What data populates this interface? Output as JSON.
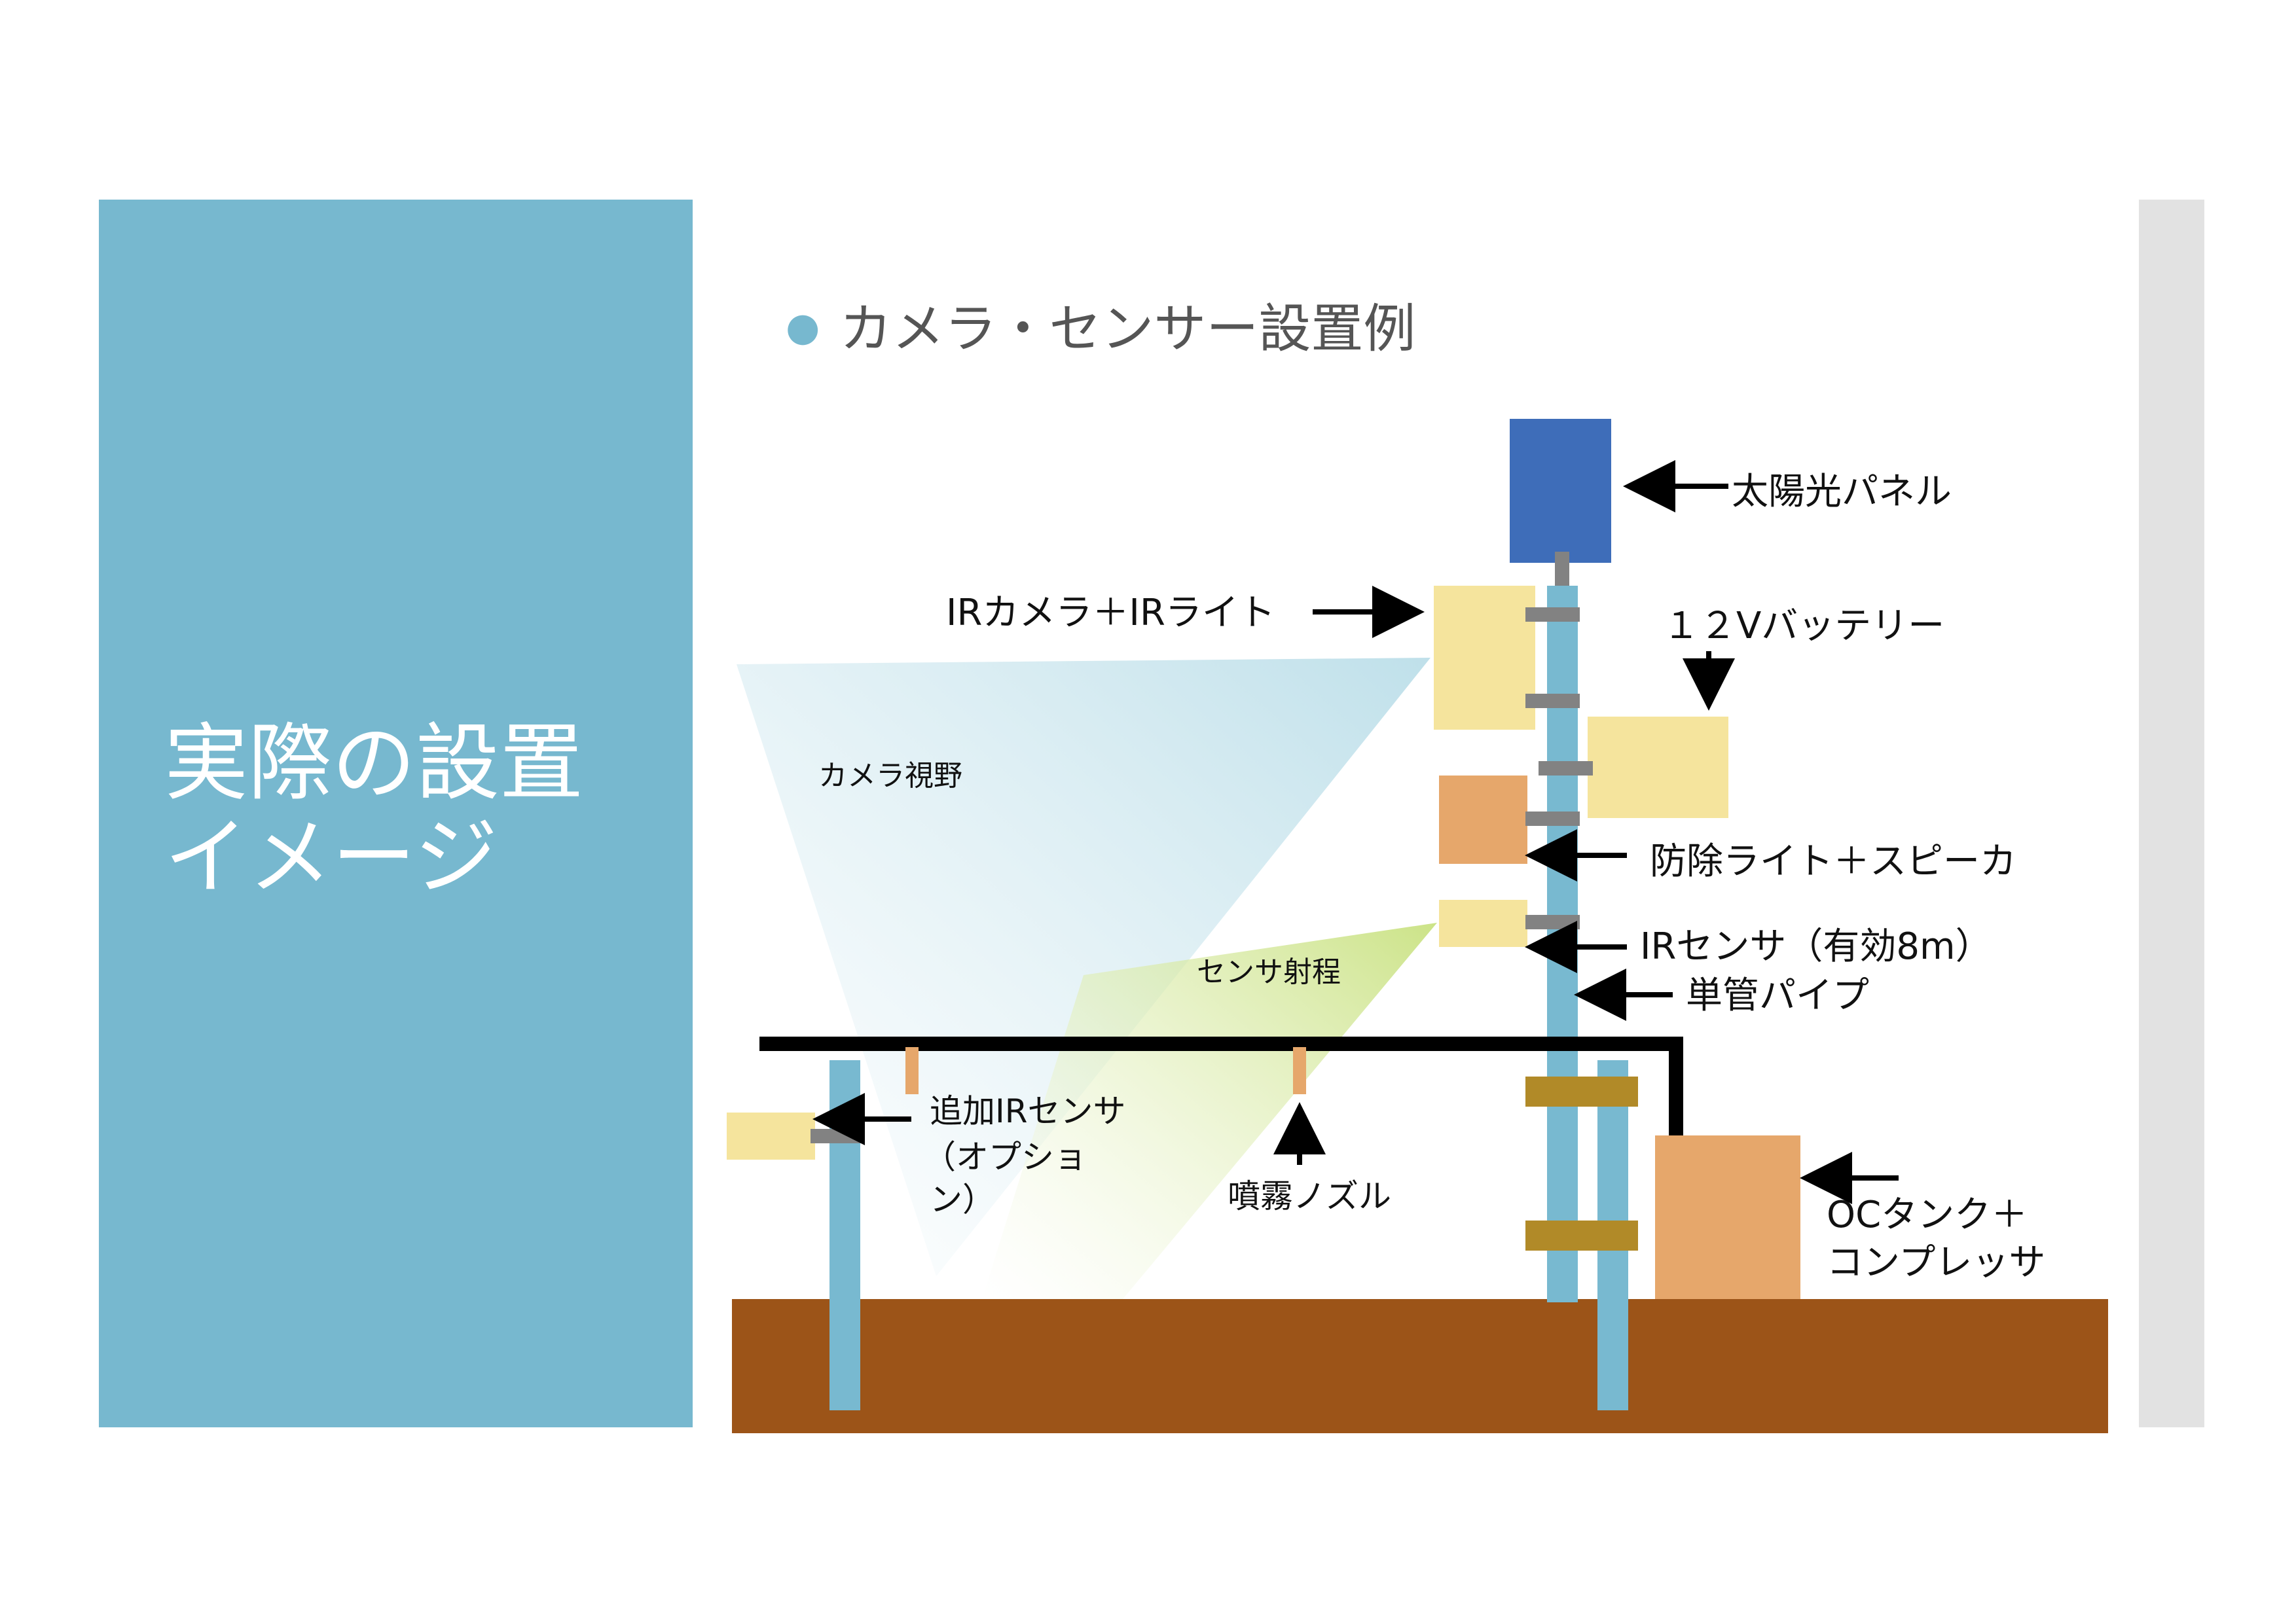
{
  "slide": {
    "title": "実際の設置\nイメージ",
    "bullet": "カメラ・センサー設置例"
  },
  "labels": {
    "solar_panel": "太陽光パネル",
    "ir_camera": "IRカメラ＋IRライト",
    "battery": "１２Vバッテリー",
    "camera_view": "カメラ視野",
    "deterrent": "防除ライト＋スピーカ",
    "ir_sensor": "IRセンサ（有効8m）",
    "sensor_range": "センサ射程",
    "pipe": "単管パイプ",
    "extra_sensor_line1": "追加IRセンサ",
    "extra_sensor_line2": "（オプショ",
    "extra_sensor_line3": "ン）",
    "nozzle": "噴霧ノズル",
    "tank_line1": "OCタンク＋",
    "tank_line2": "コンプレッサ"
  },
  "colors": {
    "panel_bg": "#77b8cf",
    "solar_panel": "#3e6db9",
    "pole": "#78b9d0",
    "camera_box": "#f5e49d",
    "deterrent_box": "#e6a76b",
    "ground": "#9c5418",
    "clamp": "#828282",
    "band": "#b18a28"
  }
}
